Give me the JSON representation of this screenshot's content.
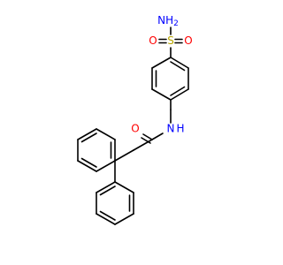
{
  "molecule": {
    "atoms": {
      "nh2": {
        "text": "NH",
        "sub": "2",
        "color": "#0000ff"
      },
      "s": {
        "text": "S",
        "color": "#b8a600"
      },
      "o_left": {
        "text": "O",
        "color": "#ff0000"
      },
      "o_right": {
        "text": "O",
        "color": "#ff0000"
      },
      "o_carbonyl": {
        "text": "O",
        "color": "#ff0000"
      },
      "nh_amide": {
        "text": "N",
        "color": "#0000ff"
      },
      "h_amide": {
        "text": "H",
        "color": "#0000ff"
      }
    },
    "bond_color": "#000000"
  }
}
